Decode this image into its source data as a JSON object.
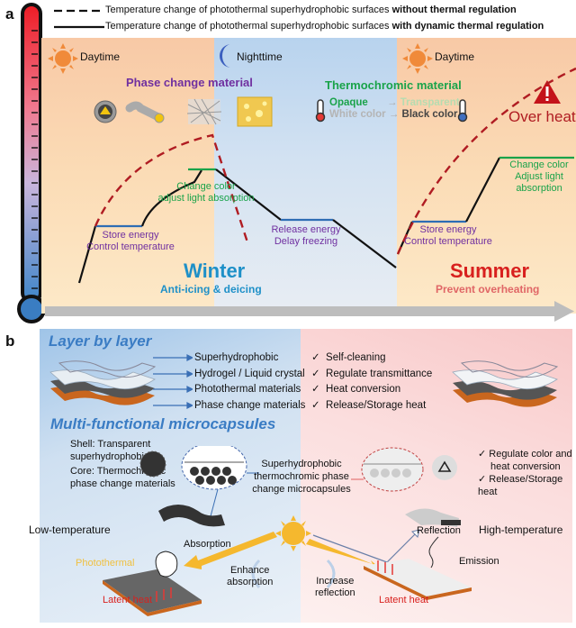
{
  "panel_a": {
    "letter": "a",
    "legend": [
      {
        "line_style": "dashed",
        "prefix": "Temperature change of photothermal superhydrophobic surfaces ",
        "emphasis": "without thermal regulation"
      },
      {
        "line_style": "solid",
        "prefix": "Temperature change of photothermal superhydrophobic surfaces ",
        "emphasis": "with dynamic thermal regulation"
      }
    ],
    "periods": [
      {
        "label": "Daytime",
        "icon": "sun-icon"
      },
      {
        "label": "Nighttime",
        "icon": "moon-icon"
      },
      {
        "label": "Daytime",
        "icon": "sun-icon"
      }
    ],
    "phase_change_title": "Phase change material",
    "thermochromic": {
      "title": "Thermochromic material",
      "from_top": "Opaque",
      "to_top": "Transparent",
      "from_bottom": "White color",
      "to_bottom": "Black color",
      "arrow": "→"
    },
    "warning": {
      "label": "Over heat",
      "icon": "warning-icon"
    },
    "annotations": {
      "store_energy_1": [
        "Store energy",
        "Control temperature"
      ],
      "change_color_1": [
        "Change color",
        "adjust light absorption"
      ],
      "release_energy": [
        "Release energy",
        "Delay freezing"
      ],
      "store_energy_2": [
        "Store energy",
        "Control temperature"
      ],
      "change_color_2": [
        "Change color",
        "Adjust light",
        "absorption"
      ]
    },
    "winter": {
      "title": "Winter",
      "subtitle": "Anti-icing & deicing"
    },
    "summer": {
      "title": "Summer",
      "subtitle": "Prevent overheating"
    },
    "colors": {
      "dashed_curve": "#b01c22",
      "solid_curve": "#111111",
      "plateau_store": "#2e6db4",
      "plateau_color": "#1aa34a",
      "winter": "#1e90c8",
      "summer": "#d8201e"
    }
  },
  "panel_b": {
    "letter": "b",
    "layer_title": "Layer by layer",
    "layers": [
      "Superhydrophobic",
      "Hydrogel / Liquid crystal",
      "Photothermal materials",
      "Phase change materials"
    ],
    "functions": [
      "Self-cleaning",
      "Regulate transmittance",
      "Heat conversion",
      "Release/Storage heat"
    ],
    "check": "✓",
    "micro_title": "Multi-functional microcapsules",
    "shell_core": [
      "Shell: Transparent",
      "superhydrophobic",
      "Core: Thermochromic",
      "phase change materials"
    ],
    "center_label": [
      "Superhydrophobic",
      "thermochromic phase",
      "change microcapsules"
    ],
    "right_functions": [
      [
        "Regulate color and",
        "heat conversion"
      ],
      [
        "Release/Storage heat"
      ]
    ],
    "low_temp": "Low-temperature",
    "high_temp": "High-temperature",
    "absorption": "Absorption",
    "reflection": "Reflection",
    "emission": "Emission",
    "photothermal": "Photothermal",
    "latent_heat": "Latent heat",
    "enhance": [
      "Enhance",
      "absorption"
    ],
    "increase": [
      "Increase",
      "reflection"
    ]
  }
}
